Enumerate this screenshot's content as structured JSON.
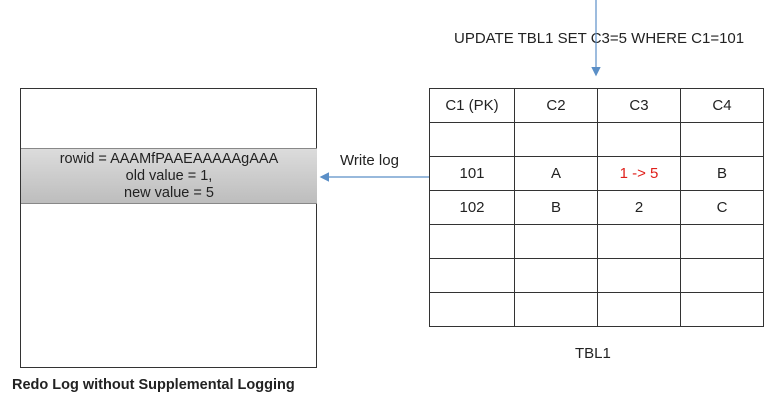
{
  "sql_statement": "UPDATE TBL1 SET C3=5 WHERE C1=101",
  "redo_log": {
    "entry_lines": [
      "rowid = AAAMfPAAEAAAAAgAAA",
      "old value = 1,",
      "new value = 5"
    ],
    "caption": "Redo Log without Supplemental Logging"
  },
  "write_log_label": "Write log",
  "table": {
    "name": "TBL1",
    "headers": [
      "C1 (PK)",
      "C2",
      "C3",
      "C4"
    ],
    "rows": [
      [
        "",
        "",
        "",
        ""
      ],
      [
        "101",
        "A",
        "1 -> 5",
        "B"
      ],
      [
        "102",
        "B",
        "2",
        "C"
      ],
      [
        "",
        "",
        "",
        ""
      ],
      [
        "",
        "",
        "",
        ""
      ],
      [
        "",
        "",
        "",
        ""
      ]
    ],
    "highlight_color": "#e0201b"
  },
  "colors": {
    "arrow": "#5b8fc7",
    "entry_fill": "#c8c8c8"
  }
}
